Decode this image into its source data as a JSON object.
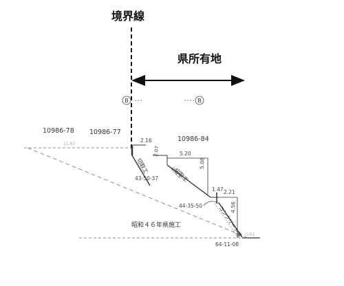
{
  "diagram": {
    "boundary_label": "境界線",
    "prefectural_land_label": "県所有地",
    "marker_b": "B",
    "parcels": {
      "left": "10986-78",
      "middle": "10986-77",
      "right": "10986-84"
    },
    "dimensions": {
      "top_width": "2.16",
      "top_height": "2.07",
      "mid_width": "5.20",
      "mid_height": "5.08",
      "step_width": "1.47",
      "lower_width": "2.21",
      "lower_height": "4.56"
    },
    "angles": {
      "upper_slope": "43-50-37",
      "lower_slope": "44-35-50"
    },
    "slope_labels": {
      "upper": "切取工",
      "middle": "切取工",
      "lower": "コンクリート擁"
    },
    "levels": {
      "top": "11.83",
      "bottom": "0.01"
    },
    "construction_note": "昭和４６年県施工",
    "drawing_code": "64-11-08"
  }
}
